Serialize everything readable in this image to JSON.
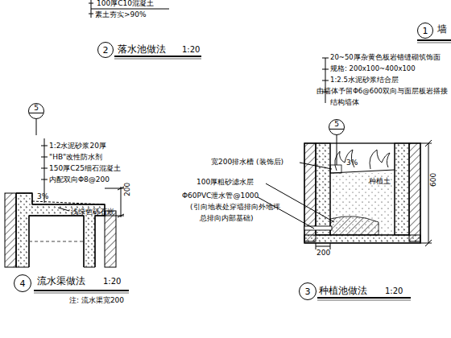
{
  "diagram": {
    "nodes": [
      {
        "text": [
          "2"
        ]
      },
      {
        "text": [
          "1"
        ]
      },
      {
        "text": [
          "5"
        ]
      },
      {
        "text": [
          "5"
        ]
      },
      {
        "text": [
          "4"
        ]
      },
      {
        "text": [
          "3"
        ]
      }
    ],
    "labels": [
      "100厚C10混凝土",
      "素土夯实>90%",
      "落水池做法",
      "1:20",
      "墙",
      "20~50厚杂黄色板岩错缝砌筑饰面",
      "规格: 200x100~400x100",
      "1:2.5水泥砂浆结合层",
      "由墙体予留Φ6@600双向与面层板岩搭接",
      "结构墙体",
      "1:2水泥砂浆20厚",
      "\"HB\"改性防水剂",
      "150厚C25细石混凝土",
      "内配双向Φ8@200",
      "3%",
      "200",
      "浅绿色砾石嵌",
      "流水渠做法",
      "1:20",
      "注: 流水渠宽200",
      "宽200排水槽 (装饰后)",
      "100厚粗砂滤水层",
      "3%",
      "种植土",
      "Φ60PVC泄水管@1000",
      "(引向地表处穿墙排向外地坪",
      "总排向内部基础)",
      "600",
      "200",
      "种植池做法",
      "1:20"
    ]
  }
}
